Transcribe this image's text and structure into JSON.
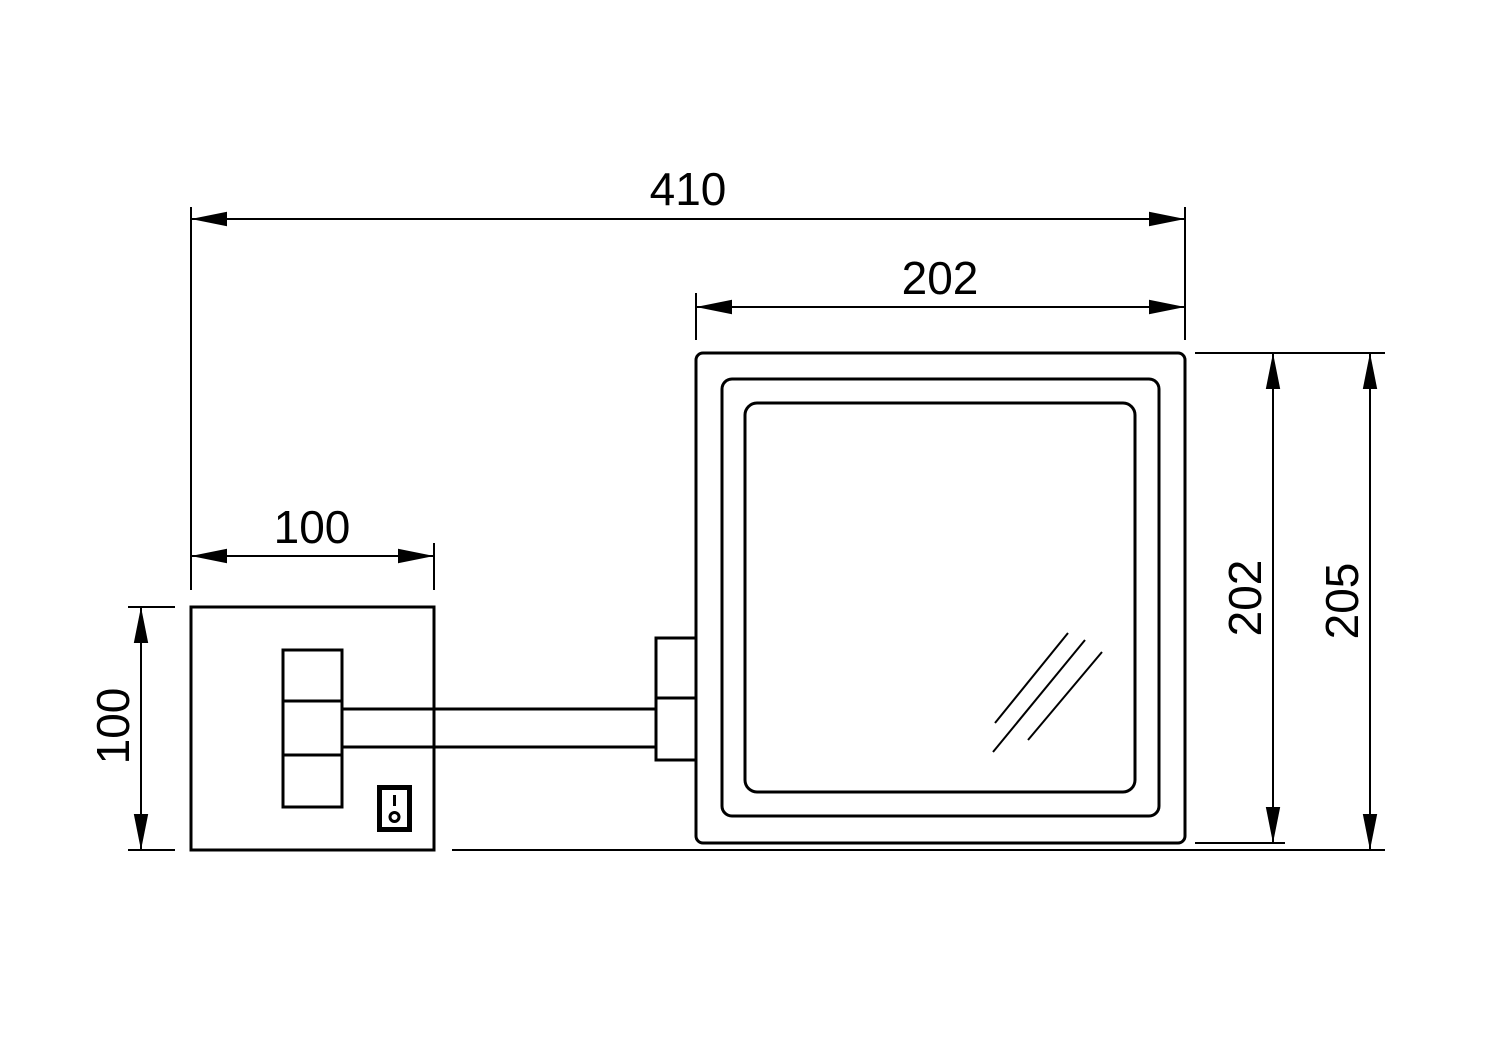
{
  "drawing": {
    "dimensions": {
      "overall_width": "410",
      "mirror_width": "202",
      "wall_plate_width": "100",
      "wall_plate_height": "100",
      "mirror_height": "202",
      "overall_height": "205"
    },
    "line_color": "#000000",
    "background": "#ffffff"
  }
}
